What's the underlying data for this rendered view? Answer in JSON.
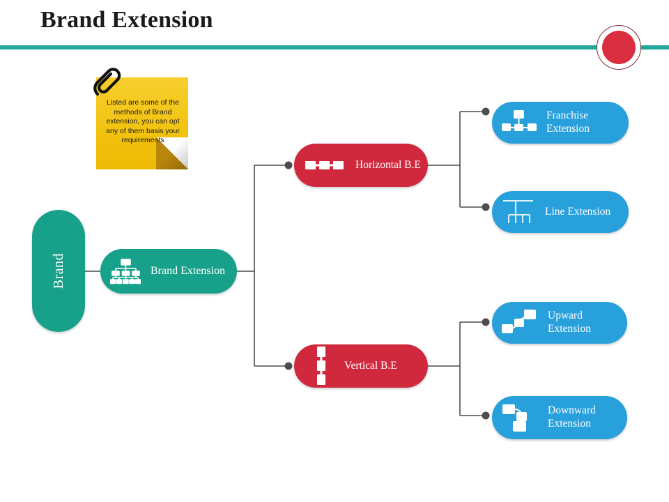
{
  "header": {
    "title": "Brand Extension",
    "rule_color": "#20a79a",
    "accent_dot_color": "#da2f40"
  },
  "note": {
    "icon": "paperclip-icon",
    "text": "Listed are some of the methods of Brand extension, you can opt any of them basis your requirements",
    "background_color": "#f5c518"
  },
  "diagram": {
    "type": "tree",
    "root": {
      "label": "Brand",
      "color": "#17a18b",
      "orientation": "vertical-text"
    },
    "level1": {
      "label": "Brand Extension",
      "color": "#17a18b",
      "icon": "org-chart-icon"
    },
    "level2": [
      {
        "label": "Horizontal B.E",
        "color": "#d0283c",
        "icon": "horizontal-boxes-icon"
      },
      {
        "label": "Vertical B.E",
        "color": "#d0283c",
        "icon": "vertical-boxes-icon"
      }
    ],
    "level3": [
      {
        "label": "Franchise Extension",
        "color": "#27a0dc",
        "icon": "network-node-icon",
        "parent": "Horizontal B.E"
      },
      {
        "label": "Line Extension",
        "color": "#27a0dc",
        "icon": "line-tree-icon",
        "parent": "Horizontal B.E"
      },
      {
        "label": "Upward Extension",
        "color": "#27a0dc",
        "icon": "upward-steps-icon",
        "parent": "Vertical B.E"
      },
      {
        "label": "Downward Extension",
        "color": "#27a0dc",
        "icon": "downward-steps-icon",
        "parent": "Vertical B.E"
      }
    ],
    "connector_color": "#4a4a4a",
    "connector_dot_color": "#4d4d4d"
  }
}
